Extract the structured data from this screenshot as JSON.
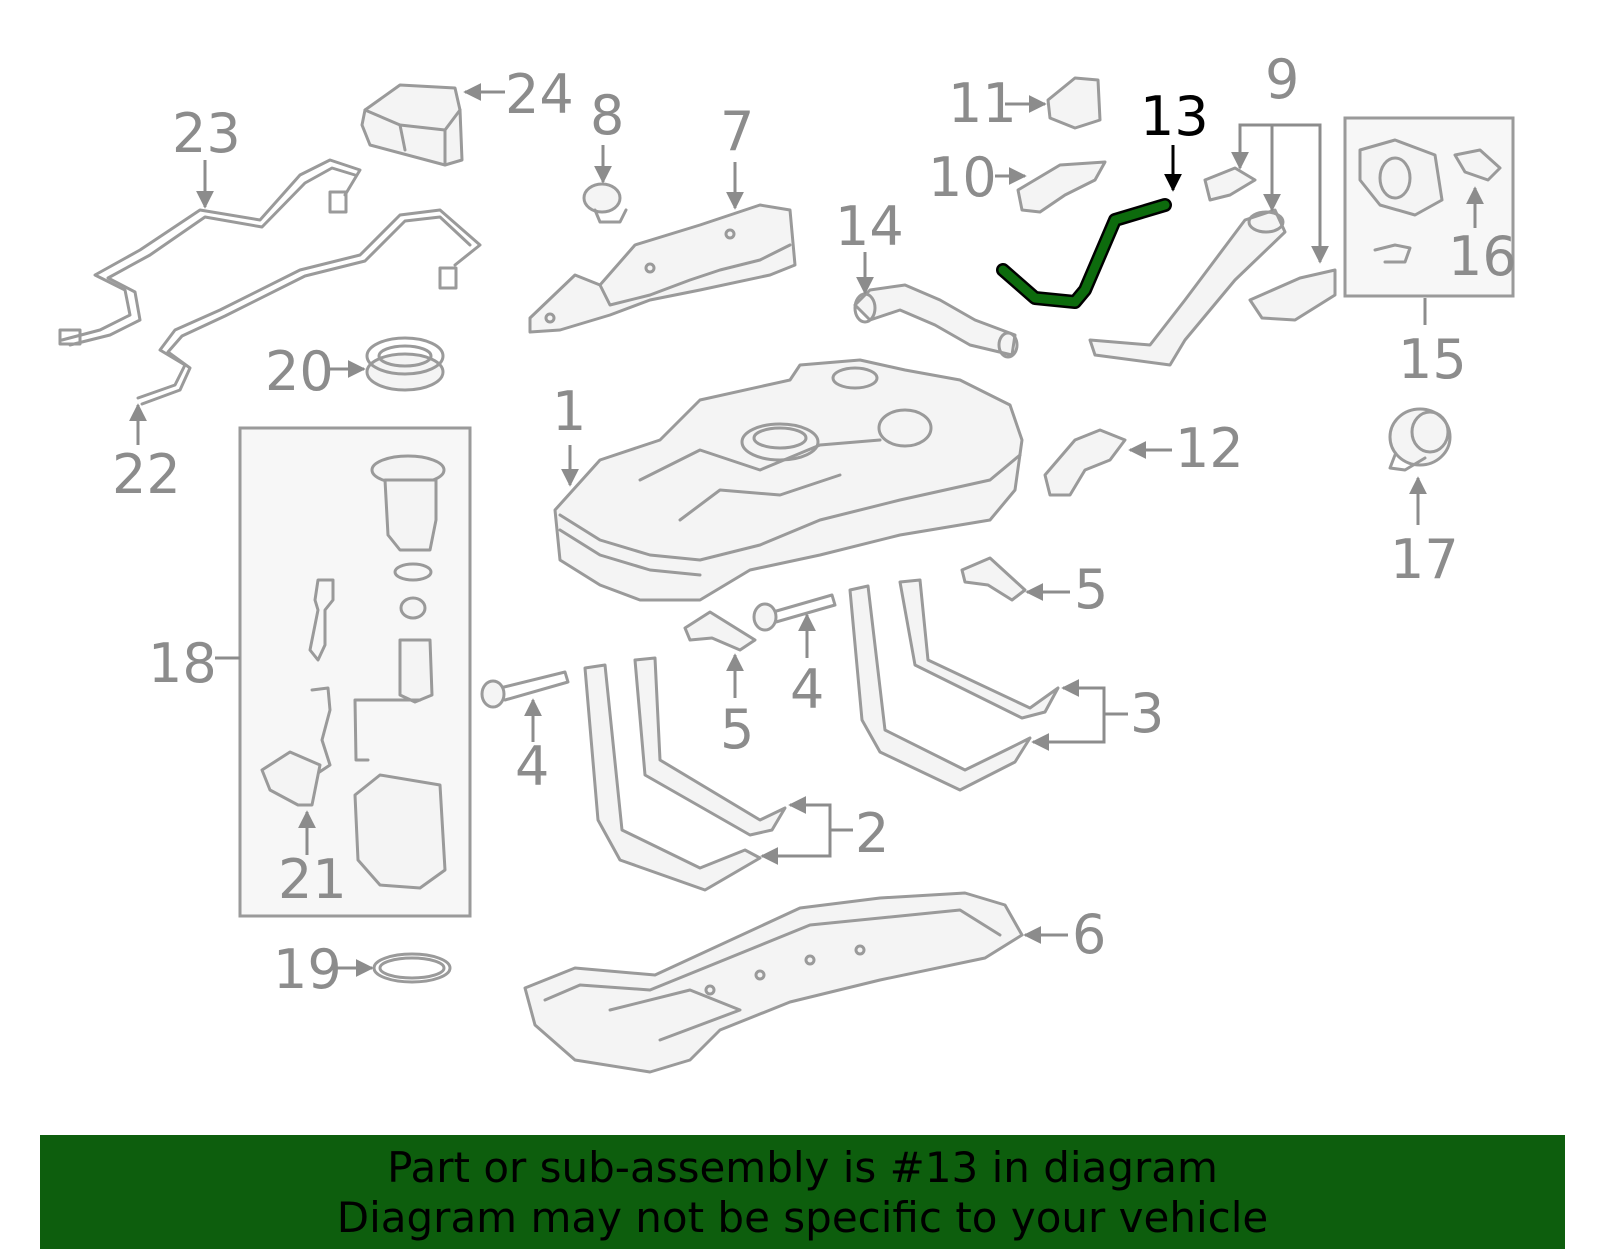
{
  "colors": {
    "highlight_part": "#0d6b0d",
    "banner_bg": "#0d5e0d",
    "callout_gray": "#8c8c8c",
    "part_gray": "#9a9a9a"
  },
  "highlighted_callout": "13",
  "callouts": {
    "c1": "1",
    "c2": "2",
    "c3": "3",
    "c4a": "4",
    "c4b": "4",
    "c5a": "5",
    "c5b": "5",
    "c6": "6",
    "c7": "7",
    "c8": "8",
    "c9": "9",
    "c10": "10",
    "c11": "11",
    "c12": "12",
    "c13": "13",
    "c14": "14",
    "c15": "15",
    "c16": "16",
    "c17": "17",
    "c18": "18",
    "c19": "19",
    "c20": "20",
    "c21": "21",
    "c22": "22",
    "c23": "23",
    "c24": "24"
  },
  "banner": {
    "line1": "Part or sub-assembly is #13 in diagram",
    "line2": "Diagram may not be specific to your vehicle"
  }
}
